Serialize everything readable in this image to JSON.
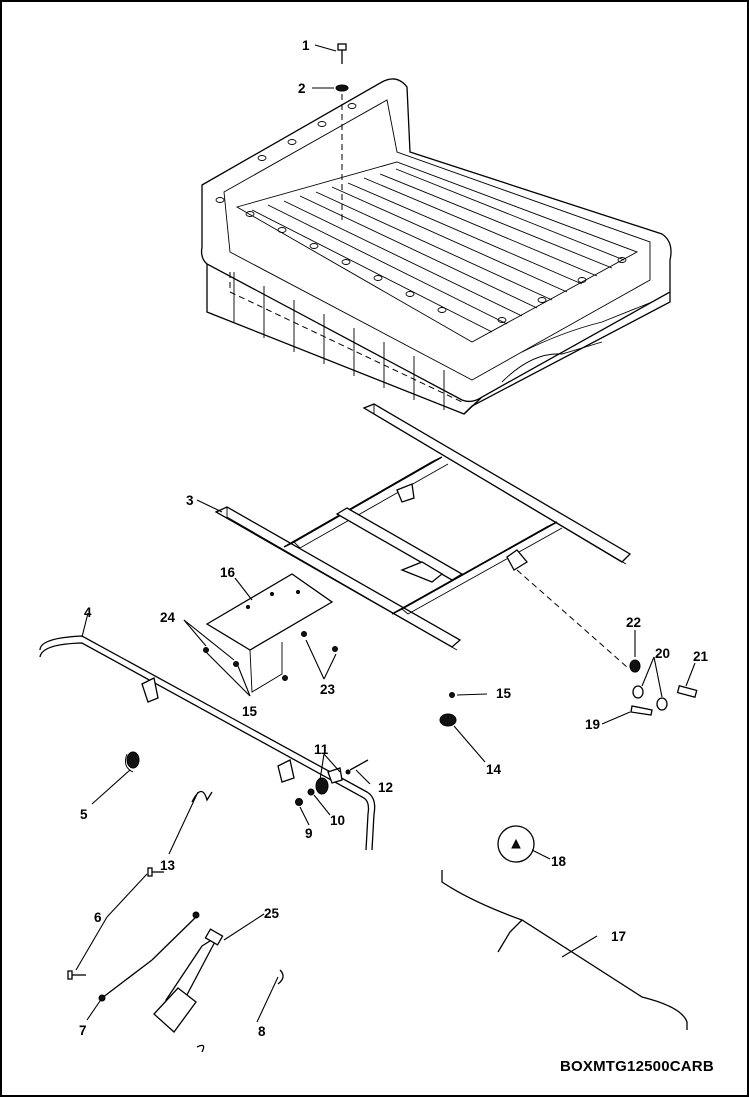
{
  "figure_code": "BOXMTG12500CARB",
  "callouts": [
    {
      "id": "c1",
      "text": "1"
    },
    {
      "id": "c2",
      "text": "2"
    },
    {
      "id": "c3",
      "text": "3"
    },
    {
      "id": "c4",
      "text": "4"
    },
    {
      "id": "c5",
      "text": "5"
    },
    {
      "id": "c6",
      "text": "6"
    },
    {
      "id": "c7",
      "text": "7"
    },
    {
      "id": "c8",
      "text": "8"
    },
    {
      "id": "c9",
      "text": "9"
    },
    {
      "id": "c10",
      "text": "10"
    },
    {
      "id": "c11",
      "text": "11"
    },
    {
      "id": "c12",
      "text": "12"
    },
    {
      "id": "c13",
      "text": "13"
    },
    {
      "id": "c14",
      "text": "14"
    },
    {
      "id": "c15a",
      "text": "15"
    },
    {
      "id": "c15b",
      "text": "15"
    },
    {
      "id": "c16",
      "text": "16"
    },
    {
      "id": "c17",
      "text": "17"
    },
    {
      "id": "c18",
      "text": "18"
    },
    {
      "id": "c19",
      "text": "19"
    },
    {
      "id": "c20",
      "text": "20"
    },
    {
      "id": "c21",
      "text": "21"
    },
    {
      "id": "c22",
      "text": "22"
    },
    {
      "id": "c23",
      "text": "23"
    },
    {
      "id": "c24",
      "text": "24"
    },
    {
      "id": "c25",
      "text": "25"
    }
  ]
}
